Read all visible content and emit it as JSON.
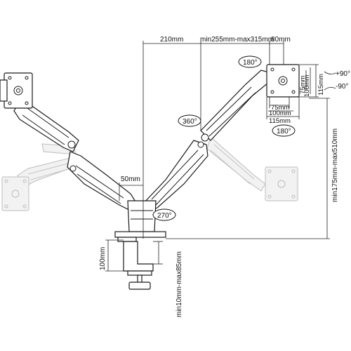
{
  "dimensions": {
    "arm_reach": "210mm",
    "arm_extension": "min255mm-max315mm",
    "vesa_offset": "80mm",
    "vesa_small_w": "75mm",
    "vesa_large_w": "100mm",
    "plate_w": "115mm",
    "vesa_small_h": "75mm",
    "vesa_large_h": "100mm",
    "plate_h": "115mm",
    "tilt_up": "+90°",
    "tilt_down": "-90°",
    "height_range": "min175mm-max510mm",
    "pole_offset": "50mm",
    "clamp_height": "100mm",
    "desk_thickness": "min10mm-max85mm"
  },
  "rotation_badges": {
    "top_rotation": "180°",
    "bottom_rotation": "180°",
    "elbow_rotation": "360°",
    "base_rotation": "270°"
  },
  "colors": {
    "line": "#1a1a1a",
    "ghost": "#bdbdbd",
    "background": "#ffffff"
  }
}
